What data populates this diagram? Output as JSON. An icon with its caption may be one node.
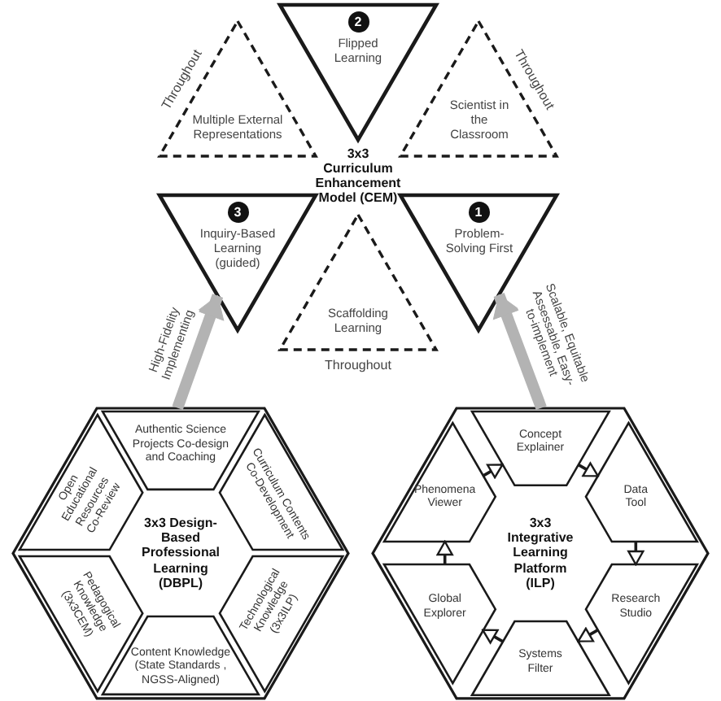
{
  "diagram": {
    "nodes": [
      {
        "text": [
          "Multiple External Representations"
        ],
        "beside": [
          "Throughout"
        ]
      },
      {
        "text": [
          "2",
          "Flipped Learning"
        ]
      },
      {
        "text": [
          "Scientist in the Classroom"
        ],
        "beside": [
          "Throughout"
        ]
      },
      {
        "text": [
          "3",
          "Inquiry-Based Learning (guided)"
        ]
      },
      {
        "text": [
          "Scaffolding Learning"
        ],
        "beside": [
          "Throughout"
        ]
      },
      {
        "text": [
          "1",
          "Problem-Solving First"
        ]
      },
      {
        "text": [
          "3x3 Design-Based Professional Learning (DBPL)"
        ]
      },
      {
        "text": [
          "Authentic Science Projects Co-design and Coaching"
        ],
        "in": 6
      },
      {
        "text": [
          "Open Educational Resources Co-Review"
        ],
        "in": 6
      },
      {
        "text": [
          "Curriculum Contents Co-Development"
        ],
        "in": 6
      },
      {
        "text": [
          "Pedagogical Knowledge (3x3CEM)"
        ],
        "in": 6
      },
      {
        "text": [
          "Technological Knowledge (3x3ILP)"
        ],
        "in": 6
      },
      {
        "text": [
          "Content Knowledge (State Standards , NGSS-Aligned)"
        ],
        "in": 6
      },
      {
        "text": [
          "3x3 Integrative Learning Platform (ILP)"
        ]
      },
      {
        "text": [
          "Concept Explainer"
        ],
        "in": 13
      },
      {
        "text": [
          "Phenomena Viewer"
        ],
        "in": 13
      },
      {
        "text": [
          "Data Tool"
        ],
        "in": 13
      },
      {
        "text": [
          "Global Explorer"
        ],
        "in": 13
      },
      {
        "text": [
          "Research Studio"
        ],
        "in": 13
      },
      {
        "text": [
          "Systems Filter"
        ],
        "in": 13
      }
    ],
    "edges": [
      {
        "from": 6,
        "to": 3,
        "arrow": "to",
        "label": "High-Fidelity Implementing",
        "style": "thick",
        "color": "#b3b3b3"
      },
      {
        "from": 13,
        "to": 5,
        "arrow": "to",
        "label": "Scalable, Equitable Assessable, Easy-to-implement",
        "style": "thick",
        "color": "#b3b3b3"
      },
      {
        "from": 15,
        "to": 14,
        "arrow": "to"
      },
      {
        "from": 14,
        "to": 16,
        "arrow": "to"
      },
      {
        "from": 16,
        "to": 18,
        "arrow": "to"
      },
      {
        "from": 18,
        "to": 19,
        "arrow": "to"
      },
      {
        "from": 19,
        "to": 17,
        "arrow": "to"
      },
      {
        "from": 17,
        "to": 15,
        "arrow": "to"
      }
    ],
    "labels": [
      "3x3 Curriculum Enhancement Model (CEM)"
    ]
  }
}
